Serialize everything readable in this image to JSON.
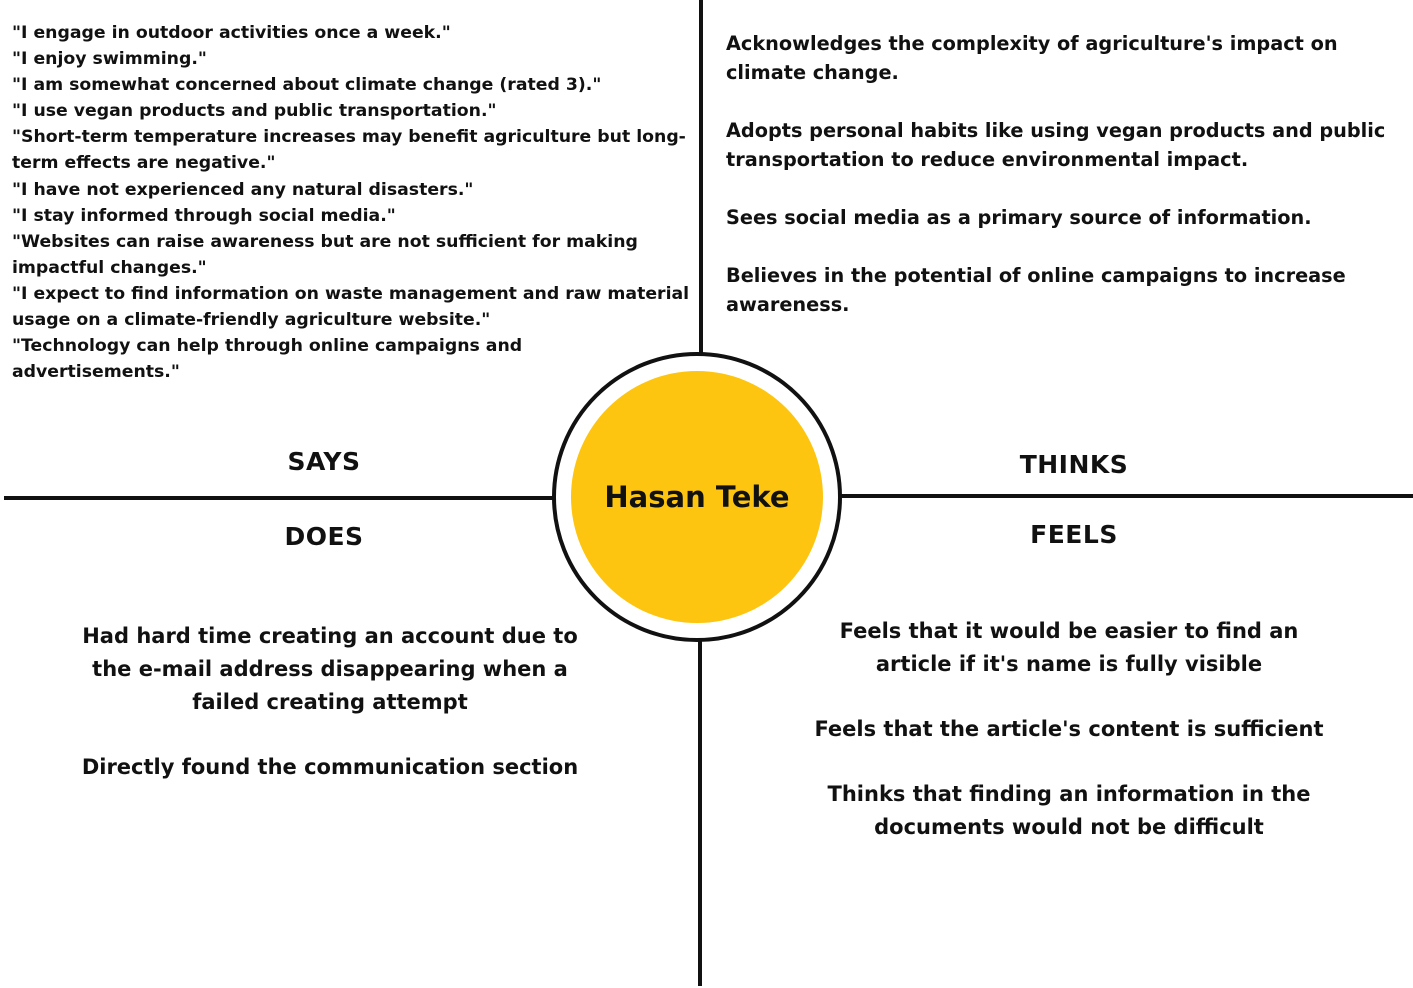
{
  "persona": {
    "name": "Hasan Teke"
  },
  "quadrants": {
    "says": {
      "title": "SAYS",
      "items": [
        "\"I engage in outdoor activities once a week.\"",
        "\"I enjoy swimming.\"",
        "\"I am somewhat concerned about climate change (rated 3).\"",
        "\"I use vegan products and public transportation.\"",
        "\"Short-term temperature increases may benefit agriculture but long-term effects are negative.\"",
        "\"I have not experienced any natural disasters.\"",
        "\"I stay informed through social media.\"",
        "\"Websites can raise awareness but are not sufficient for making impactful changes.\"",
        "\"I expect to find information on waste management and raw material usage on a climate-friendly agriculture website.\"",
        "\"Technology can help through online campaigns and advertisements.\""
      ]
    },
    "thinks": {
      "title": "THINKS",
      "items": [
        "Acknowledges the complexity of agriculture's impact on climate change.",
        "Adopts personal habits like using vegan products and public transportation to reduce environmental impact.",
        "Sees social media as a primary source of information.",
        "Believes in the potential of online campaigns to increase awareness."
      ]
    },
    "does": {
      "title": "DOES",
      "items": [
        "Had hard time creating an account due to the e-mail address disappearing when a failed creating attempt",
        "Directly found the communication section"
      ]
    },
    "feels": {
      "title": "FEELS",
      "items": [
        "Feels that it would be easier to find an article if it's name is fully visible",
        "Feels that the article's content is sufficient",
        "Thinks that finding an information in the documents would not be difficult"
      ]
    }
  },
  "colors": {
    "center_fill": "#FDC50F",
    "lines": "#111111",
    "background": "#ffffff"
  }
}
